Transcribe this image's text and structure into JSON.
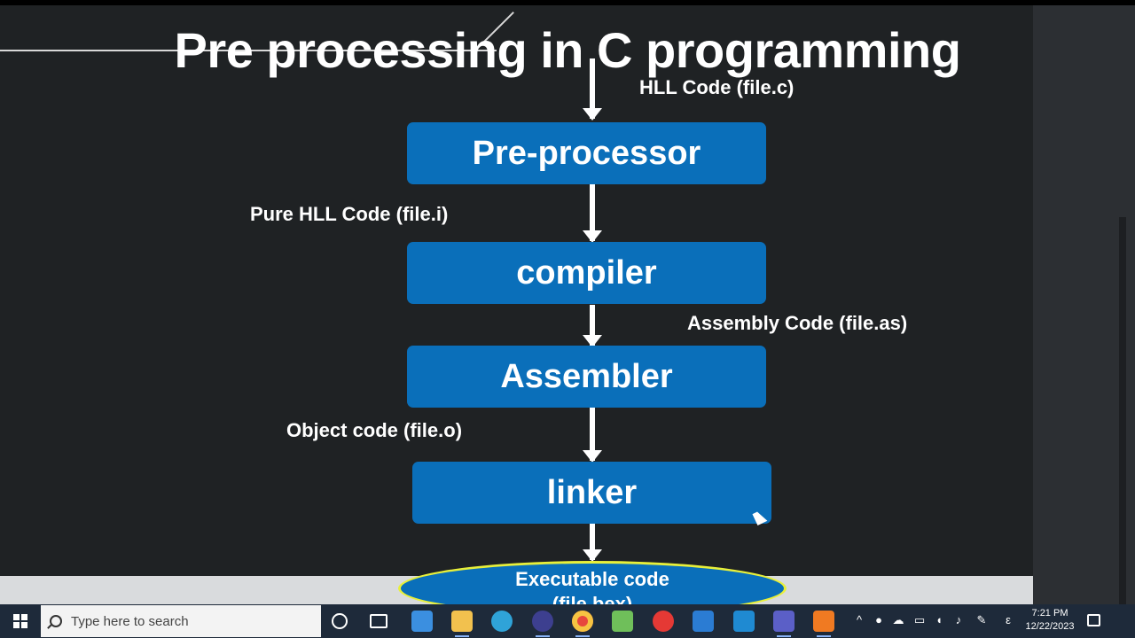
{
  "slide": {
    "title": "Pre processing in C programming",
    "stages": [
      "Pre-processor",
      "compiler",
      "Assembler",
      "linker"
    ],
    "labels": {
      "hll": "HLL Code (file.c)",
      "pure_hll": "Pure HLL Code (file.i)",
      "assembly": "Assembly Code (file.as)",
      "object": "Object code (file.o)"
    },
    "output": {
      "line1": "Executable code",
      "line2": "(file.bex)"
    }
  },
  "taskbar": {
    "search_placeholder": "Type here to search",
    "time": "7:21 PM",
    "date": "12/22/2023",
    "apps": [
      "cortana-icon",
      "task-view-icon",
      "store-icon",
      "file-explorer-icon",
      "edge-icon",
      "app-icon",
      "chrome-icon",
      "notepad-icon",
      "media-icon",
      "mail-icon",
      "vscode-icon",
      "teams-icon",
      "app-icon-orange"
    ],
    "colors": {
      "taskbar": "#1e2a3a",
      "stage_blue": "#0a6fba",
      "ellipse_border": "#e8f03a"
    }
  }
}
